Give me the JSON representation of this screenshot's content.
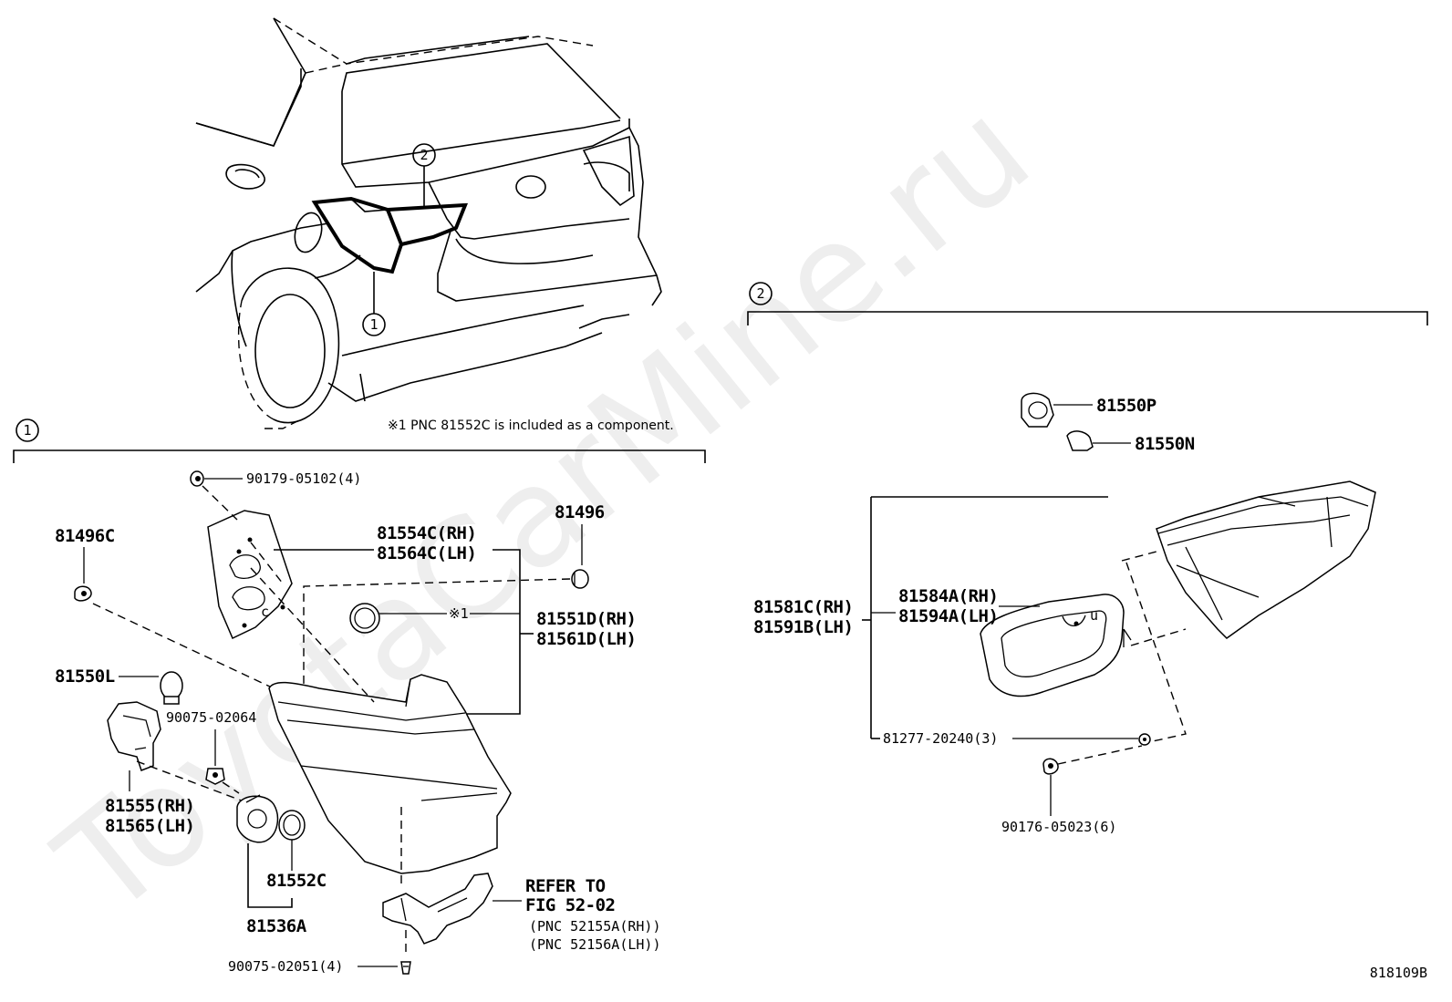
{
  "watermark": "ToyotaCarMine.ru",
  "diagram_id": "818109B",
  "callouts": {
    "one": "1",
    "two": "2"
  },
  "note": "※1 PNC 81552C is included as a component.",
  "group1": {
    "p90179": "90179-05102(4)",
    "p81496C": "81496C",
    "p81554C": "81554C(RH)",
    "p81564C": "81564C(LH)",
    "p81496": "81496",
    "ref_mark": "※1",
    "p81551D": "81551D(RH)",
    "p81561D": "81561D(LH)",
    "p81550L": "81550L",
    "p90075_02064": "90075-02064",
    "p81555": "81555(RH)",
    "p81565": "81565(LH)",
    "p81552C": "81552C",
    "p81536A": "81536A",
    "p90075_02051": "90075-02051(4)",
    "refer1": "REFER TO",
    "refer2": "FIG 52-02",
    "refer3": "(PNC 52155A(RH))",
    "refer4": "(PNC 52156A(LH))"
  },
  "group2": {
    "p81550P": "81550P",
    "p81550N": "81550N",
    "p81581C": "81581C(RH)",
    "p81591B": "81591B(LH)",
    "p81584A": "81584A(RH)",
    "p81594A": "81594A(LH)",
    "p81277": "81277-20240(3)",
    "p90176": "90176-05023(6)"
  }
}
